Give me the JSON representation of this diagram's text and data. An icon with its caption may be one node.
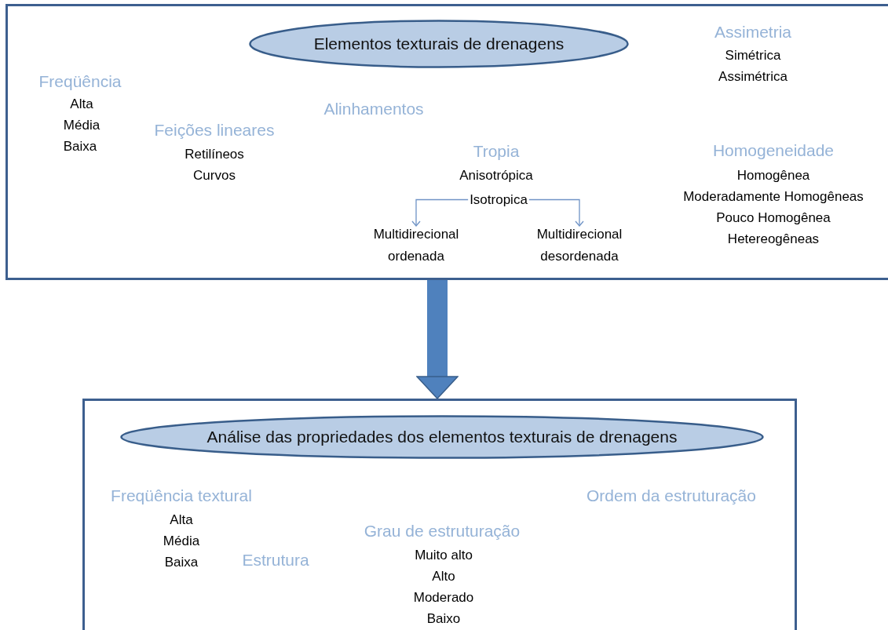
{
  "diagram": {
    "nodes": [
      {
        "text": [],
        "shape": "box"
      },
      {
        "text": [
          "Elementos texturais de drenagens"
        ],
        "in": 0
      },
      {
        "text": [
          "Isotropica"
        ],
        "in": 0
      },
      {
        "text": [
          "Multidirecional ordenada"
        ],
        "in": 0
      },
      {
        "text": [
          "Multidirecional desordenada"
        ],
        "in": 0
      },
      {
        "text": [],
        "shape": "box"
      },
      {
        "text": [
          "Análise das propriedades dos elementos texturais de drenagens"
        ],
        "in": 5
      }
    ],
    "edges": [
      {
        "from": 2,
        "to": 3,
        "arrow": "to"
      },
      {
        "from": 2,
        "to": 4,
        "arrow": "to"
      },
      {
        "from": 0,
        "to": 5,
        "arrow": "to",
        "style": "thick",
        "color": "#4f81bd"
      }
    ],
    "labels": [
      "Assimetria",
      "Simétrica",
      "Assimétrica",
      "Freqüência",
      "Alta",
      "Média",
      "Baixa",
      "Alinhamentos",
      "Feições lineares",
      "Retilíneos",
      "Curvos",
      "Tropia",
      "Anisotrópica",
      "Homogeneidade",
      "Homogênea",
      "Moderadamente Homogêneas",
      "Pouco Homogênea",
      "Hetereogêneas",
      "Freqüência textural",
      "Ordem da estruturação",
      "Alta",
      "Média",
      "Baixa",
      "Grau de estruturação",
      "Estrutura",
      "Muito alto",
      "Alto",
      "Moderado",
      "Baixo"
    ]
  }
}
